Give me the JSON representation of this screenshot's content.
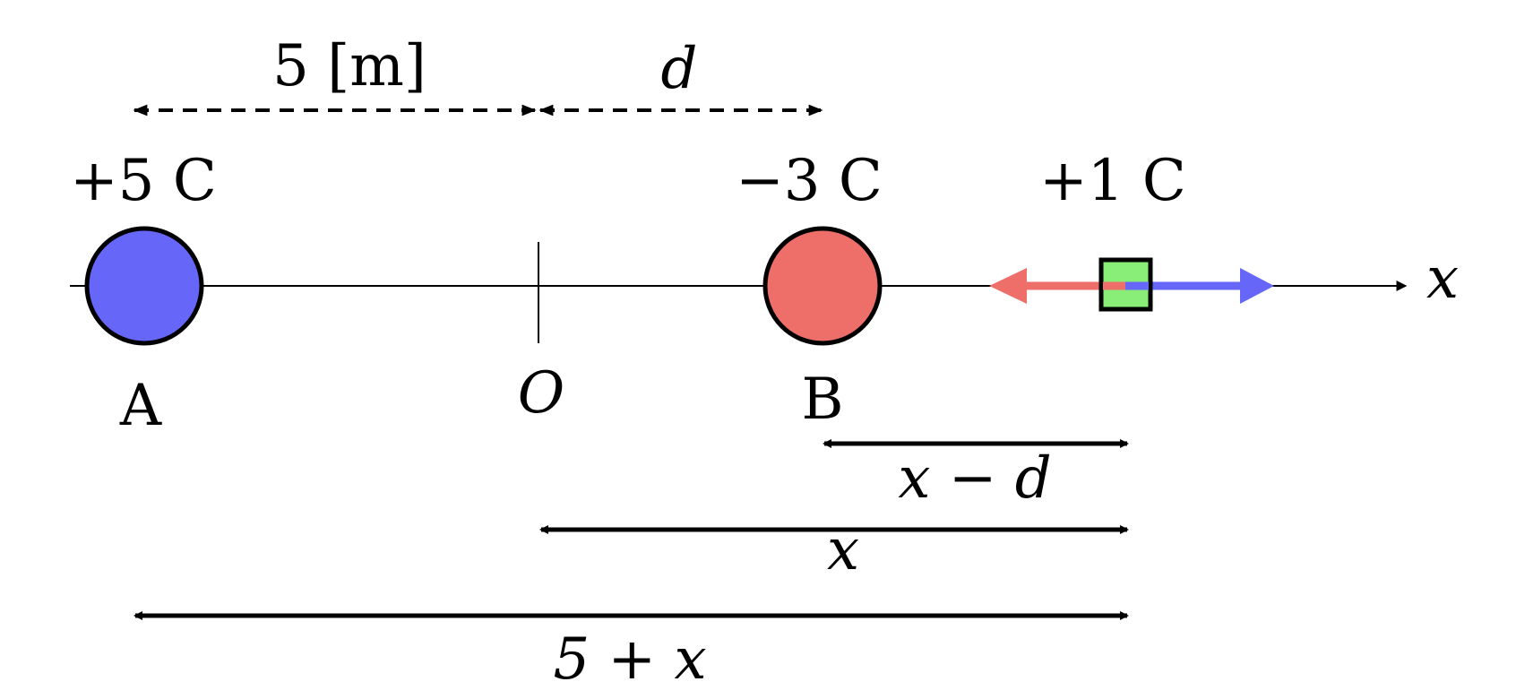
{
  "labels": {
    "dim_five": "5 [m]",
    "dim_d": "d",
    "charge_a": "+5 C",
    "charge_b": "−3 C",
    "charge_test": "+1 C",
    "axis": "x",
    "point_a": "A",
    "origin": "O",
    "point_b": "B",
    "dist_x_minus_d": "x − d",
    "dist_x": "x",
    "dist_five_plus_x": "5 + x"
  },
  "colors": {
    "charge_a_fill": "#6666f8",
    "charge_b_fill": "#ee6e69",
    "test_charge_fill": "#88ee77",
    "force_attract": "#ee6e69",
    "force_repel": "#6666f8",
    "ink": "#000000"
  }
}
